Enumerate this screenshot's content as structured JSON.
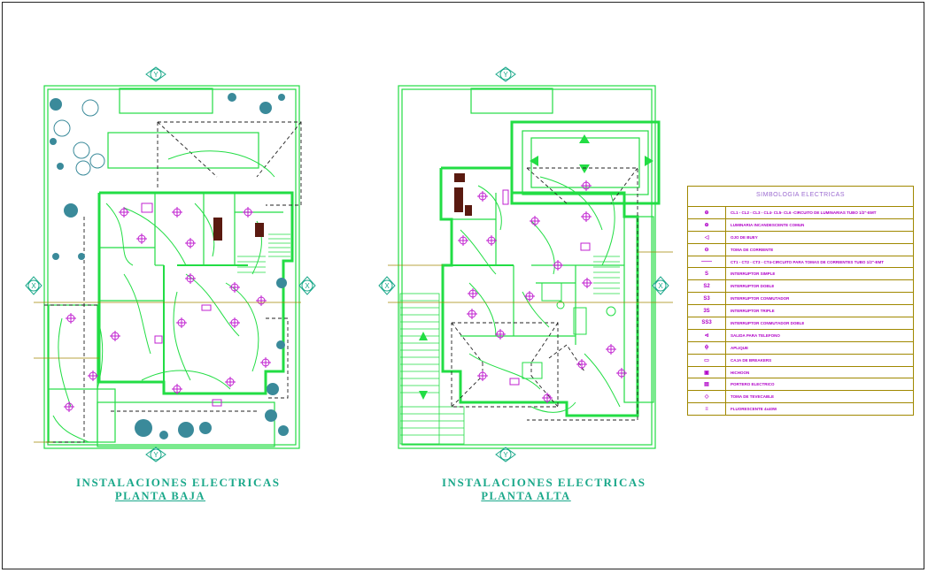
{
  "plans": [
    {
      "title": "INSTALACIONES ELECTRICAS",
      "subtitle": "PLANTA BAJA"
    },
    {
      "title": "INSTALACIONES ELECTRICAS",
      "subtitle": "PLANTA ALTA"
    }
  ],
  "axis_markers": {
    "x": "X",
    "y": "Y"
  },
  "legend": {
    "title": "SIMBOLOGIA ELECTRICAS",
    "rows": [
      {
        "symbol": "luminaire-symbol",
        "glyph": "⊕",
        "label": "CL1 - CL2 - CL3 - CL4- CL5- CL6 -CIRCUITO DE LUMINARIAS TUBO 1/2\"-EMT"
      },
      {
        "symbol": "incandescent-symbol",
        "glyph": "⊕",
        "label": "LUMINARIA INCANDESCENTE COMUN"
      },
      {
        "symbol": "buzzer-symbol",
        "glyph": "◁",
        "label": "OJO DE BUEY"
      },
      {
        "symbol": "outlet-symbol",
        "glyph": "⊖",
        "label": "TOMA DE CORRIENTE"
      },
      {
        "symbol": "circuit-line-symbol",
        "glyph": "——",
        "label": "CT1 - CT2 - CT3 - CT4-CIRCUITO PARA TOMAS DE CORRIENTES TUBO 1/2\"-EMT"
      },
      {
        "symbol": "switch-simple-symbol",
        "glyph": "S",
        "label": "INTERRUPTOR SIMPLE"
      },
      {
        "symbol": "switch-double-symbol",
        "glyph": "S2",
        "label": "INTERRUPTOR DOBLE"
      },
      {
        "symbol": "switch-commuter-symbol",
        "glyph": "S3",
        "label": "INTERRUPTOR CONMUTADOR"
      },
      {
        "symbol": "switch-triple-symbol",
        "glyph": "3S",
        "label": "INTERRUPTOR TRIPLE"
      },
      {
        "symbol": "switch-commuter-double-symbol",
        "glyph": "SS3",
        "label": "INTERRUPTOR CONMUTADOR DOBLE"
      },
      {
        "symbol": "phone-outlet-symbol",
        "glyph": "⊲",
        "label": "SALIDA PARA TELEFONO"
      },
      {
        "symbol": "sconce-symbol",
        "glyph": "ϕ",
        "label": "APLIQUE"
      },
      {
        "symbol": "breaker-box-symbol",
        "glyph": "▭",
        "label": "CAJA DE BREAKERS"
      },
      {
        "symbol": "intercom-symbol",
        "glyph": "▣",
        "label": "HICHOON"
      },
      {
        "symbol": "doorbell-symbol",
        "glyph": "▤",
        "label": "PORTERO ELECTRICO"
      },
      {
        "symbol": "tv-outlet-symbol",
        "glyph": "◇",
        "label": "TOMA DE TEVECABLE"
      },
      {
        "symbol": "fluorescent-symbol",
        "glyph": "≡",
        "label": "FLUORESCENTE 4x40W"
      }
    ]
  },
  "colors": {
    "walls": "#22dd44",
    "circuits": "#22dd44",
    "fixtures": "#c020d0",
    "dashed": "#222222",
    "accent": "#1aa88a",
    "legend_border": "#a08800"
  }
}
